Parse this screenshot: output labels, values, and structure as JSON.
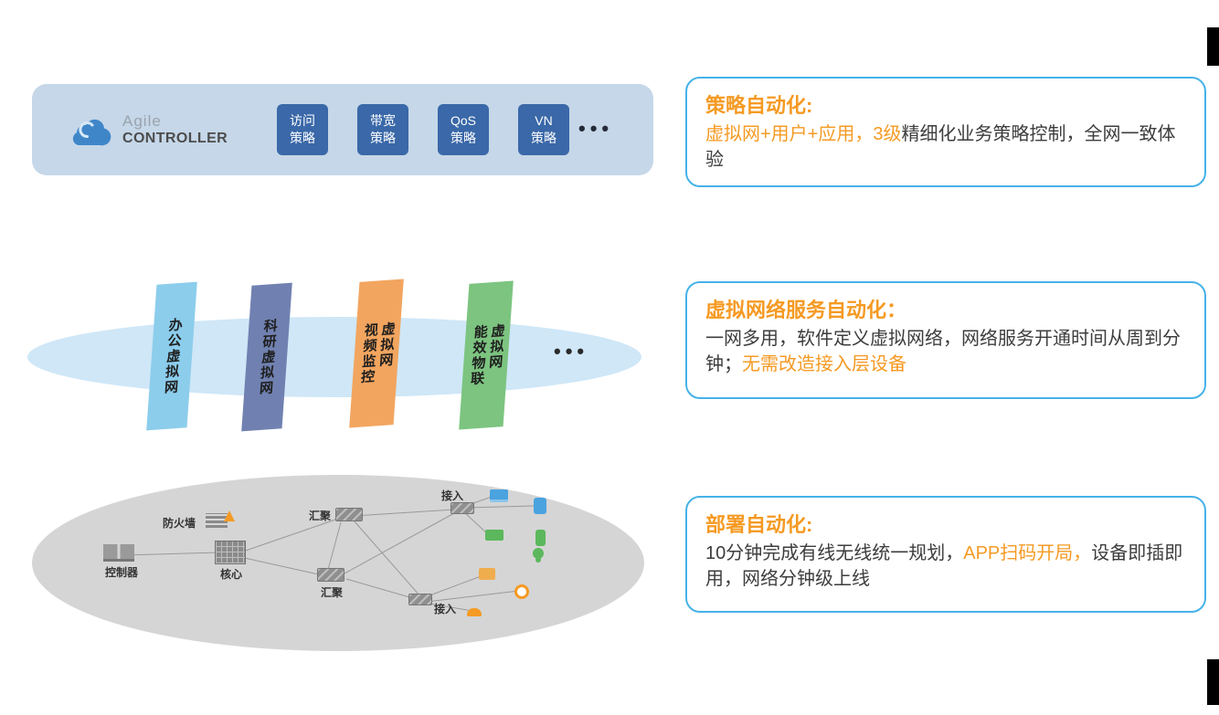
{
  "banner": {
    "logo": {
      "top": "Agile",
      "bottom": "CONTROLLER"
    },
    "chips": [
      {
        "line1": "访问",
        "line2": "策略"
      },
      {
        "line1": "带宽",
        "line2": "策略"
      },
      {
        "line1": "QoS",
        "line2": "策略"
      },
      {
        "line1": "VN",
        "line2": "策略"
      }
    ],
    "more": "•••"
  },
  "vn_layer": {
    "more": "•••",
    "panels": [
      {
        "col1": "办公虚拟网",
        "color": "#8ccdec"
      },
      {
        "col1": "科研虚拟网",
        "color": "#7081b1"
      },
      {
        "col1": "视频监控",
        "col2": "虚拟网",
        "color": "#f2a55f"
      },
      {
        "col1": "能效物联",
        "col2": "虚拟网",
        "color": "#7cc480"
      }
    ]
  },
  "topology": {
    "firewall": "防火墙",
    "controller": "控制器",
    "core": "核心",
    "agg_top": "汇聚",
    "agg_bottom": "汇聚",
    "access_top": "接入",
    "access_bottom": "接入"
  },
  "callouts": [
    {
      "title": "策略自动化:",
      "seg1": "虚拟网+用户+应用，3级",
      "seg2": "精细化业务策略控制，全网一致体验"
    },
    {
      "title": "虚拟网络服务自动化：",
      "seg1": "一网多用，软件定义虚拟网络，网络服务开通时间从周到分钟；",
      "seg2": "无需改造接入层设备"
    },
    {
      "title": "部署自动化:",
      "seg1": "10分钟完成有线无线统一规划，",
      "seg2": "APP扫码开局，",
      "seg3": "设备即插即用，网络分钟级上线"
    }
  ],
  "colors": {
    "accent_orange": "#f59a23",
    "callout_border": "#45b2e8",
    "banner_bg": "#c5d7e8",
    "chip_bg": "#3a68a8",
    "vn_ellipse_bg": "#cfe7f7",
    "network_ellipse_bg": "#d5d5d5"
  }
}
